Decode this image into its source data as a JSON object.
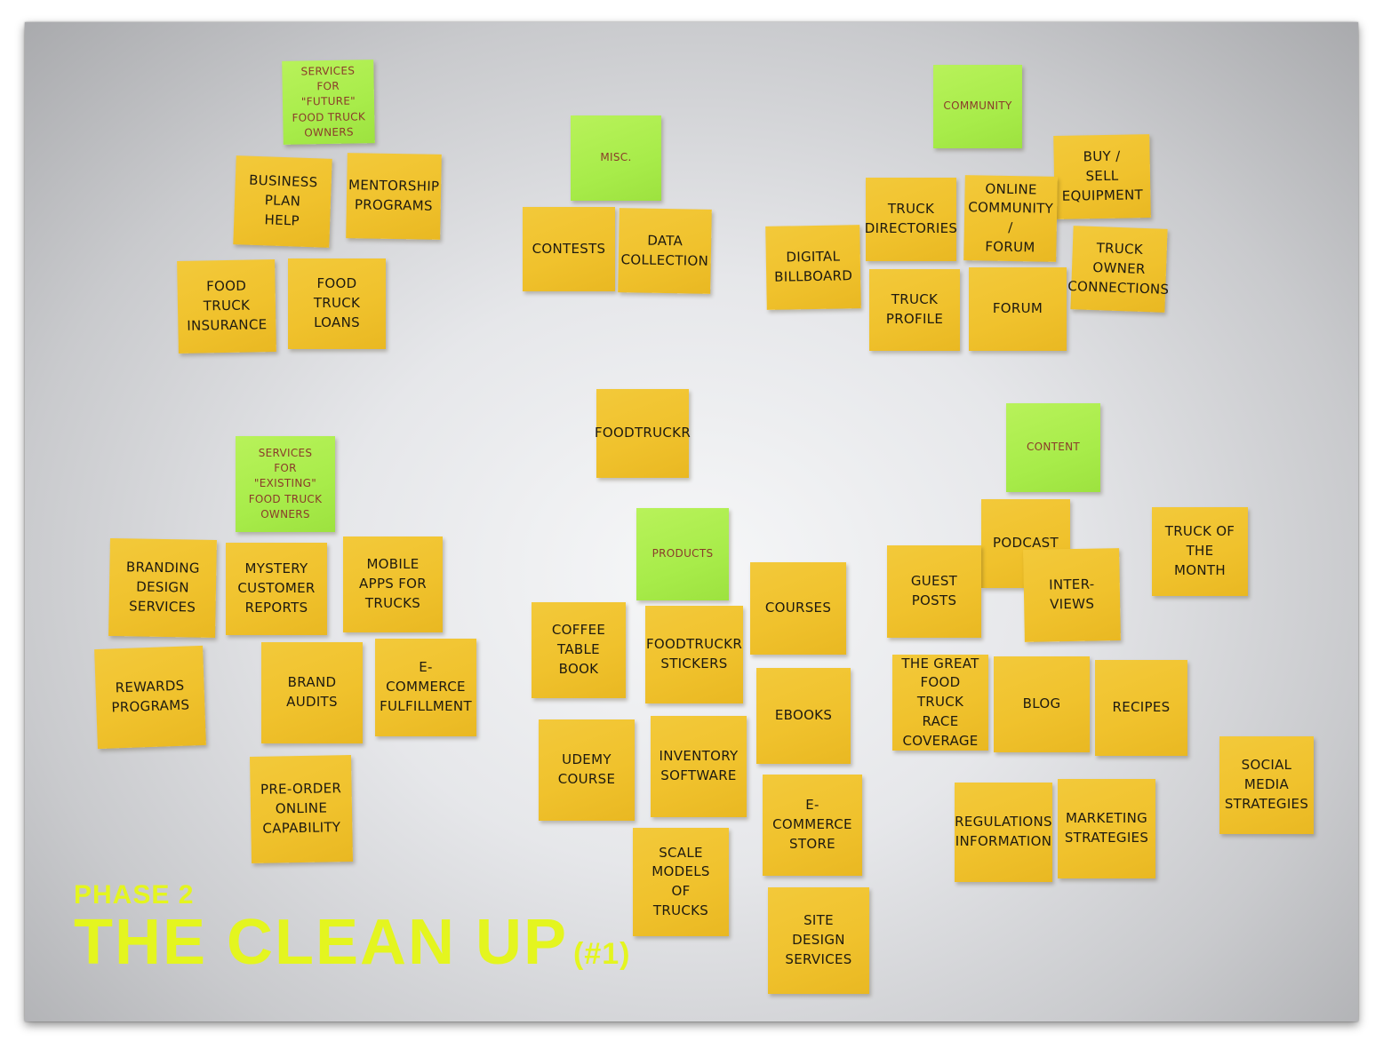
{
  "caption": {
    "phase": "PHASE 2",
    "title": "THE CLEAN UP",
    "number": "(#1)"
  },
  "notes": {
    "services_future": "Services\nFor \"Future\"\nFood Truck\nOwners",
    "business_plan": "Business\nPlan\nHelp",
    "mentorship": "Mentorship\nPrograms",
    "truck_insurance": "Food\nTruck\nInsurance",
    "truck_loans": "Food\nTruck\nLoans",
    "misc": "Misc.",
    "contests": "Contests",
    "data_collection": "Data\nCollection",
    "community": "Community",
    "buy_sell": "Buy /\nSell\nEquipment",
    "digital_billboard": "Digital\nBillboard",
    "truck_directories": "Truck\nDirectories",
    "online_community": "Online\nCommunity /\nForum",
    "truck_owner_connections": "Truck\nOwner\nConnections",
    "truck_profile": "Truck\nProfile",
    "forum": "Forum",
    "foodtruckr": "FoodTruckr",
    "content": "Content",
    "services_existing": "Services\nFor \"Existing\"\nFood Truck\nOwners",
    "branding": "Branding\nDesign\nServices",
    "mystery": "Mystery\nCustomer\nReports",
    "mobile_apps": "Mobile\nApps for\nTrucks",
    "rewards": "Rewards\nPrograms",
    "brand_audits": "Brand\nAudits",
    "ecommerce_fulfillment": "E-Commerce\nFulfillment",
    "preorder": "Pre-Order\nOnline\nCapability",
    "products": "Products",
    "coffee_table": "Coffee\nTable\nBook",
    "stickers": "FoodTruckr\nStickers",
    "courses": "Courses",
    "udemy": "Udemy\nCourse",
    "inventory": "Inventory\nSoftware",
    "ebooks": "Ebooks",
    "scale_models": "Scale\nModels\nof\nTrucks",
    "ecommerce_store": "E-Commerce\nStore",
    "site_design": "Site\nDesign\nServices",
    "podcast": "Podcast",
    "truck_of_month": "Truck of\nthe\nMonth",
    "guest_posts": "Guest\nPosts",
    "interviews": "Inter-\nviews",
    "great_race": "The Great\nFood Truck\nRace\nCoverage",
    "blog": "Blog",
    "recipes": "Recipes",
    "social_media": "Social\nMedia\nStrategies",
    "regulations": "Regulations\nInformation",
    "marketing": "Marketing\nStrategies"
  }
}
